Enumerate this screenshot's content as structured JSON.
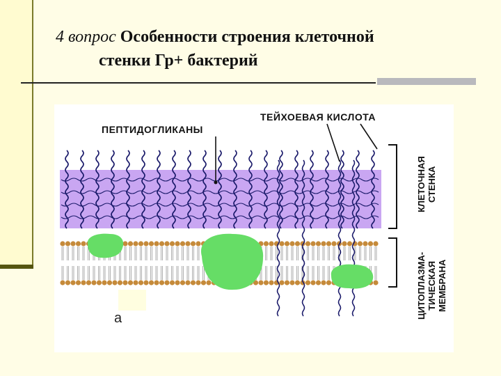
{
  "slide": {
    "title_prefix": "4 вопрос",
    "title_line1": "Особенности строения клеточной",
    "title_line2": "стенки Гр+ бактерий"
  },
  "figure": {
    "label_peptidoglycans": "ПЕПТИДОГЛИКАНЫ",
    "label_teichoic_acid": "ТЕЙХОЕВАЯ КИСЛОТА",
    "label_cell_wall": "КЛЕТОЧНАЯ\nСТЕНКА",
    "label_membrane": "ЦИТОПЛАЗМА-\nТИЧЕСКАЯ\nМЕМБРАНА",
    "panel_letter": "а",
    "colors": {
      "peptidoglycan_layer": "#c9a6f2",
      "protein": "#66dd66",
      "lipid_head": "#c58a3a",
      "strand": "#1a1a6a"
    }
  }
}
